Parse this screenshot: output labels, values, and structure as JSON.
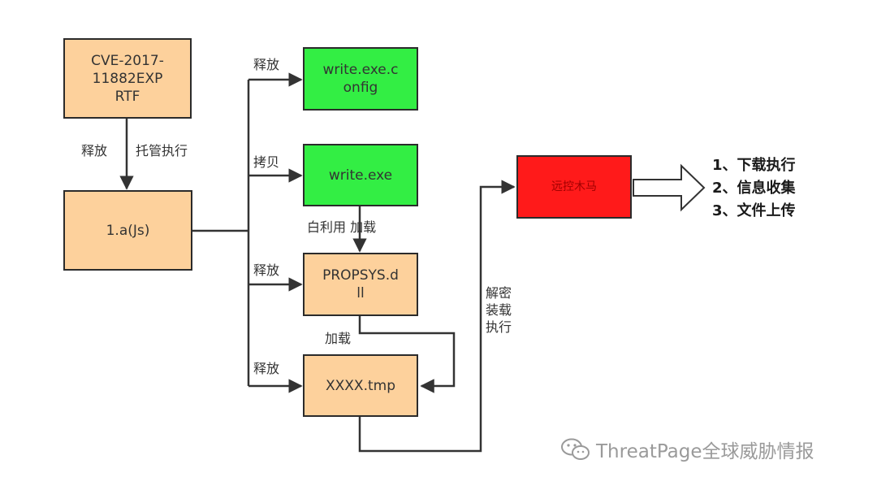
{
  "colors": {
    "orange_box": "#fdd19c",
    "green_box": "#33ee44",
    "red_box": "#ff1a1a",
    "line": "#333333"
  },
  "boxes": {
    "cve": "CVE-2017-\n11882EXP\nRTF",
    "ajs": "1.a(Js)",
    "write_config": "write.exe.c\nonfig",
    "write_exe": "write.exe",
    "propsys": "PROPSYS.d\nll",
    "xxxx": "XXXX.tmp",
    "trojan": "远控木马"
  },
  "labels": {
    "release_1": "释放",
    "hosted_exec": "托管执行",
    "release_config": "释放",
    "copy": "拷贝",
    "whitelist_load": "白利用 加载",
    "release_propsys": "释放",
    "load": "加载",
    "release_tmp": "释放",
    "decrypt_load_exec": "解密\n装载\n执行"
  },
  "capabilities": [
    "1、下载执行",
    "2、信息收集",
    "3、文件上传"
  ],
  "watermark": {
    "icon": "wechat-icon",
    "text": "ThreatPage全球威胁情报"
  }
}
